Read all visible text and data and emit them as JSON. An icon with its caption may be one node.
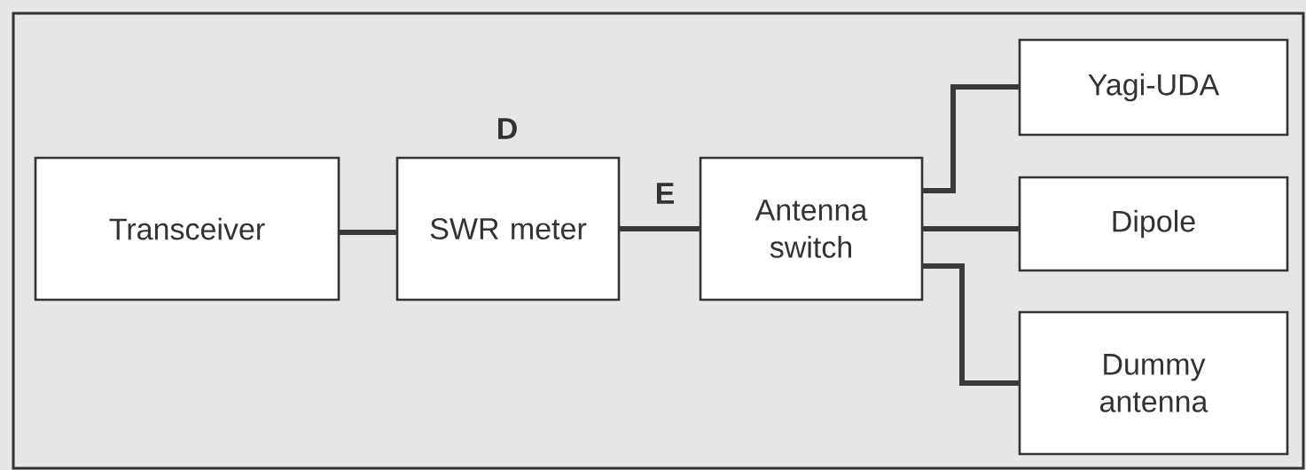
{
  "diagram": {
    "nodes": [
      {
        "text": [
          "Transceiver"
        ]
      },
      {
        "text": [
          "SWR meter"
        ]
      },
      {
        "text": [
          "Antenna switch"
        ]
      },
      {
        "text": [
          "Yagi-UDA"
        ]
      },
      {
        "text": [
          "Dipole"
        ]
      },
      {
        "text": [
          "Dummy antenna"
        ]
      }
    ],
    "edges": [
      {
        "from": 0,
        "to": 1,
        "arrow": "none"
      },
      {
        "from": 1,
        "to": 2,
        "arrow": "none"
      },
      {
        "from": 2,
        "to": 3,
        "arrow": "none"
      },
      {
        "from": 2,
        "to": 4,
        "arrow": "none"
      },
      {
        "from": 2,
        "to": 5,
        "arrow": "none"
      }
    ],
    "labels": [
      "D",
      "E"
    ]
  }
}
